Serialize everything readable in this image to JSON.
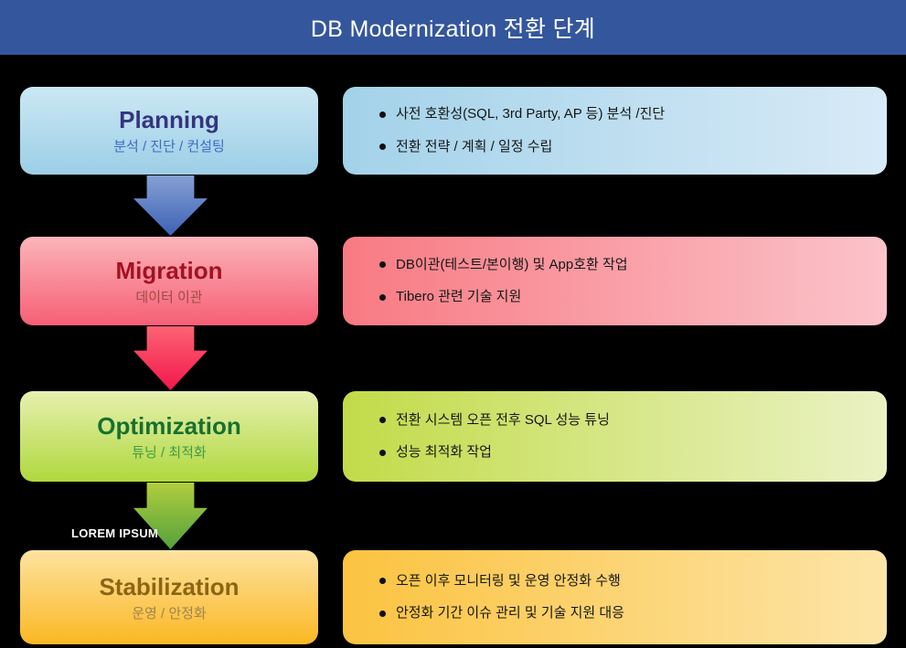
{
  "header": {
    "title": "DB Modernization 전환 단계",
    "background": "#34569D",
    "text_color": "#FFFFFF"
  },
  "annotation": {
    "text": "LOREM IPSUM"
  },
  "stages": [
    {
      "name": "Planning",
      "subtitle": "분석 / 진단 / 컨설팅",
      "bullets": [
        "사전 호환성(SQL, 3rd Party, AP 등) 분석 /진단",
        "전환 전략 / 계획 / 일정 수립"
      ],
      "colors": {
        "title": "#35357E",
        "subtitle": "#3C6CC1",
        "panel_top": "#CBE8F4",
        "panel_bottom": "#9CCEE6",
        "desc_left": "#A3D2E9",
        "desc_right": "#D8EAF7",
        "arrow_top": "#85A0D3",
        "arrow_bottom": "#3D62B6"
      }
    },
    {
      "name": "Migration",
      "subtitle": "데이터 이관",
      "bullets": [
        "DB이관(테스트/본이행) 및 App호환 작업",
        "Tibero 관련 기술 지원"
      ],
      "colors": {
        "title": "#A51122",
        "subtitle": "#9D4B43",
        "panel_top": "#FBB5BA",
        "panel_bottom": "#F65F75",
        "desc_left": "#F87A83",
        "desc_right": "#FBC3CA",
        "arrow_top": "#FB6472",
        "arrow_bottom": "#F4164E"
      }
    },
    {
      "name": "Optimization",
      "subtitle": "튜닝 / 최적화",
      "bullets": [
        "전환 시스템 오픈 전후 SQL 성능 튜닝",
        "성능 최적화 작업"
      ],
      "colors": {
        "title": "#17702F",
        "subtitle": "#3F9B45",
        "panel_top": "#E7F0B0",
        "panel_bottom": "#AFD83D",
        "desc_left": "#C2DB49",
        "desc_right": "#EAF2C4",
        "arrow_top": "#B2CD3E",
        "arrow_bottom": "#53A13C"
      }
    },
    {
      "name": "Stabilization",
      "subtitle": "운영 / 안정화",
      "bullets": [
        "오픈 이후 모니터링 및 운영 안정화 수행",
        "안정화 기간 이슈 관리 및 기술 지원 대응"
      ],
      "colors": {
        "title": "#8B6516",
        "subtitle": "#9F8352",
        "panel_top": "#FDE3A0",
        "panel_bottom": "#FBB723",
        "desc_left": "#FBC340",
        "desc_right": "#FDE5A8"
      }
    }
  ]
}
